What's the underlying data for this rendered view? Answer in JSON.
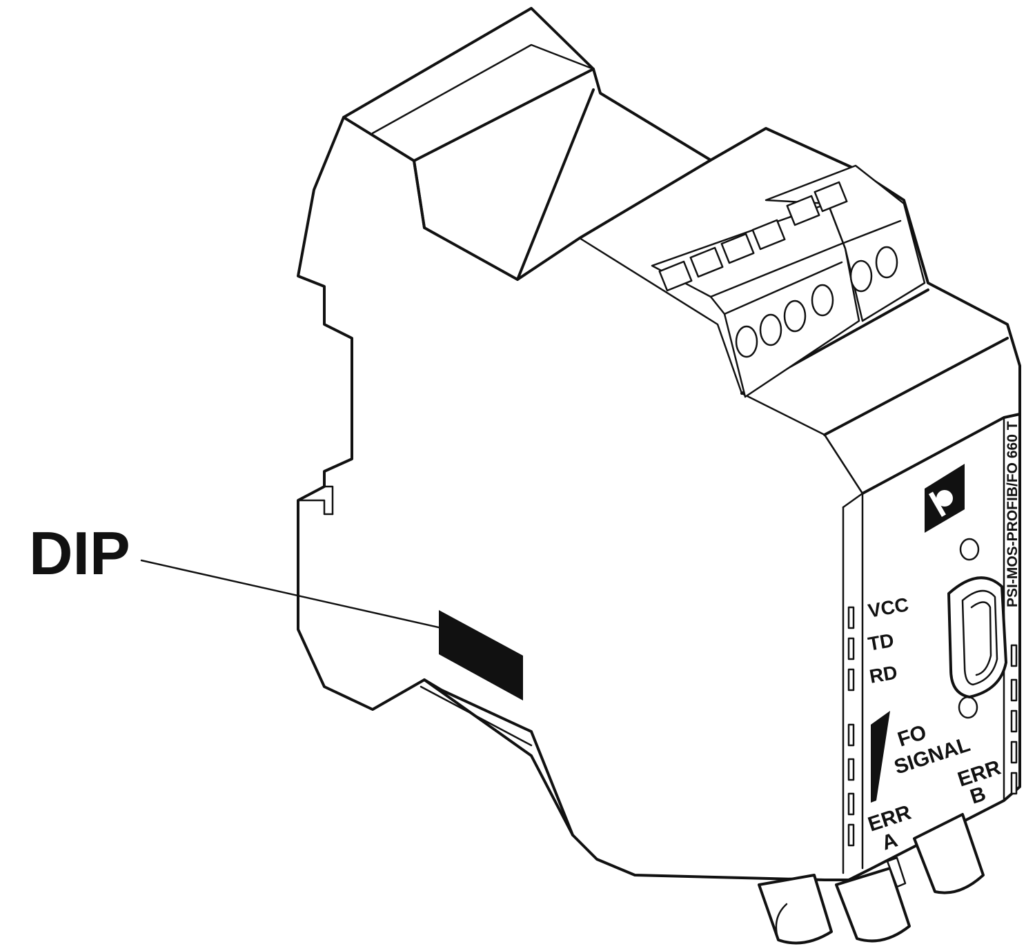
{
  "callout": {
    "text": "DIP"
  },
  "device": {
    "model_label": "PSI-MOS-PROFIB/FO 660 T",
    "leds": {
      "vcc": "VCC",
      "td": "TD",
      "rd": "RD"
    },
    "fo_label_line1": "FO",
    "fo_label_line2": "SIGNAL",
    "err_a_line1": "ERR",
    "err_a_line2": "A",
    "err_b_line1": "ERR",
    "err_b_line2": "B",
    "logo": "phoenix-contact-logo"
  },
  "colors": {
    "line": "#111111",
    "fill": "#ffffff"
  }
}
